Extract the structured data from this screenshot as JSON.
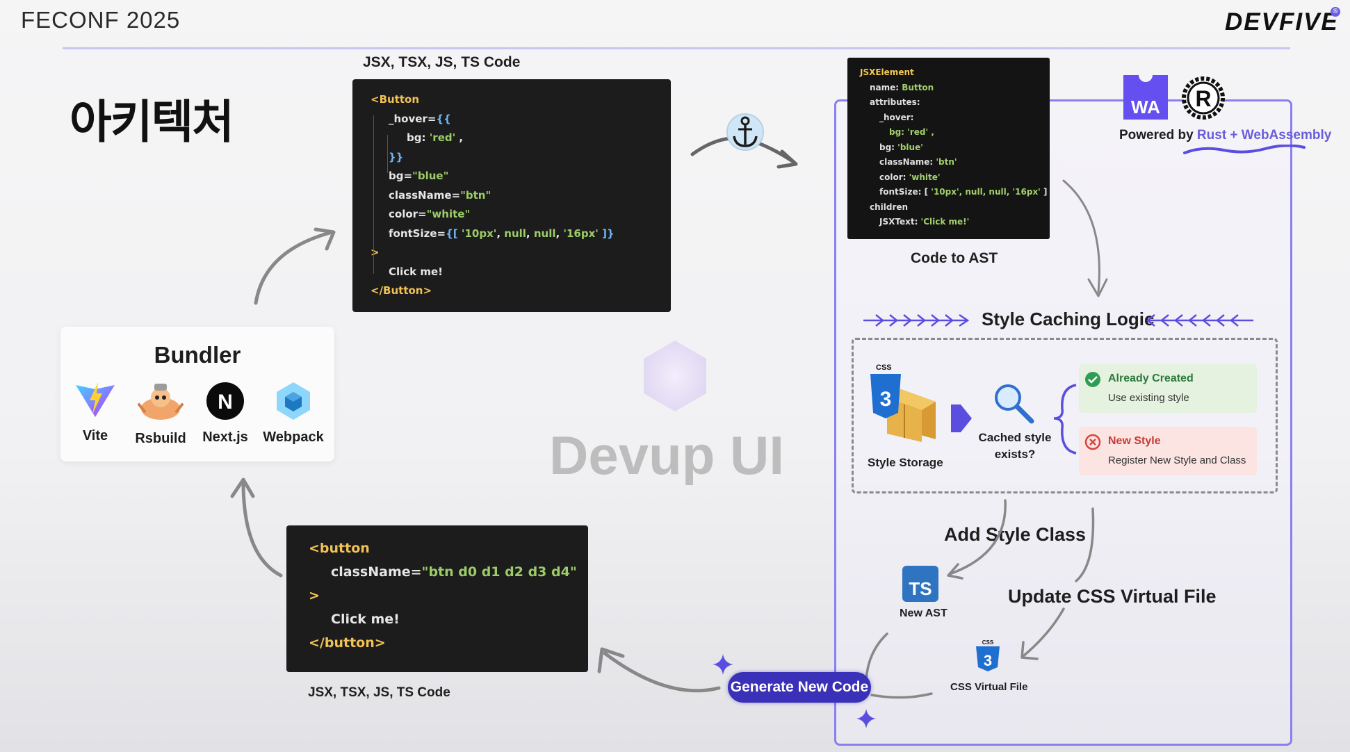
{
  "header": {
    "conference": "FECONF 2025",
    "brand": "DEVFIVE",
    "brand_mark": "®"
  },
  "slide_title": "아키텍처",
  "source_code": {
    "caption": "JSX, TSX, JS, TS Code",
    "lines": [
      {
        "parts": [
          [
            "kw",
            "<Button"
          ]
        ]
      },
      {
        "parts": [
          [
            "at",
            "_hover="
          ],
          [
            "br",
            "{{"
          ]
        ]
      },
      {
        "parts": [
          [
            "at",
            "bg: "
          ],
          [
            "str",
            "'red'"
          ],
          [
            "at",
            " ,"
          ]
        ]
      },
      {
        "parts": [
          [
            "br",
            "}}"
          ]
        ]
      },
      {
        "parts": [
          [
            "at",
            "bg="
          ],
          [
            "str",
            "\"blue\""
          ]
        ]
      },
      {
        "parts": [
          [
            "at",
            "className="
          ],
          [
            "str",
            "\"btn\""
          ]
        ]
      },
      {
        "parts": [
          [
            "at",
            "color="
          ],
          [
            "str",
            "\"white\""
          ]
        ]
      },
      {
        "parts": [
          [
            "at",
            "fontSize="
          ],
          [
            "br",
            "{[ "
          ],
          [
            "str",
            "'10px'"
          ],
          [
            "at",
            ", "
          ],
          [
            "str",
            "null"
          ],
          [
            "at",
            ", "
          ],
          [
            "str",
            "null"
          ],
          [
            "at",
            ", "
          ],
          [
            "str",
            "'16px'"
          ],
          [
            "br",
            " ]}"
          ]
        ]
      },
      {
        "parts": [
          [
            "kw",
            ">"
          ]
        ]
      },
      {
        "parts": [
          [
            "at",
            "Click me!"
          ]
        ]
      },
      {
        "parts": [
          [
            "kw",
            "</Button>"
          ]
        ]
      }
    ]
  },
  "ast": {
    "caption": "Code to AST",
    "lines": [
      {
        "parts": [
          [
            "ak",
            "JSXElement"
          ]
        ]
      },
      {
        "parts": [
          [
            "aw",
            "name: "
          ],
          [
            "ag",
            "Button"
          ]
        ]
      },
      {
        "parts": [
          [
            "aw",
            "attributes:"
          ]
        ]
      },
      {
        "parts": [
          [
            "aw",
            "_hover:"
          ]
        ]
      },
      {
        "parts": [
          [
            "ag",
            "bg: 'red' ,"
          ]
        ]
      },
      {
        "parts": [
          [
            "aw",
            "bg: "
          ],
          [
            "ag",
            "'blue'"
          ]
        ]
      },
      {
        "parts": [
          [
            "aw",
            "className: "
          ],
          [
            "ag",
            "'btn'"
          ]
        ]
      },
      {
        "parts": [
          [
            "aw",
            "color: "
          ],
          [
            "ag",
            "'white'"
          ]
        ]
      },
      {
        "parts": [
          [
            "aw",
            "fontSize: [ "
          ],
          [
            "ag",
            "'10px', null, null, '16px'"
          ],
          [
            "aw",
            " ]"
          ]
        ]
      },
      {
        "parts": [
          [
            "aw",
            "children"
          ]
        ]
      },
      {
        "parts": [
          [
            "aw",
            "JSXText: "
          ],
          [
            "ag",
            "'Click me!'"
          ]
        ]
      }
    ]
  },
  "powered_by": {
    "prefix": "Powered by ",
    "tech": "Rust + WebAssembly",
    "wasm_badge": "WA",
    "rust_logo": "R"
  },
  "caching": {
    "title": "Style Caching Logic",
    "storage_label": "Style Storage",
    "css_badge": "CSS",
    "question": "Cached style exists?",
    "already": {
      "title": "Already Created",
      "desc": "Use existing style"
    },
    "new": {
      "title": "New Style",
      "desc": "Register New Style and Class"
    }
  },
  "add_style_class": "Add Style Class",
  "new_ast": {
    "badge": "TS",
    "label": "New AST"
  },
  "update_css": "Update CSS Virtual File",
  "css_virtual": {
    "badge": "CSS",
    "label": "CSS Virtual File"
  },
  "generate_button": "Generate New Code",
  "output_code": {
    "caption": "JSX, TSX, JS, TS Code",
    "lines": [
      {
        "parts": [
          [
            "kw",
            "<button"
          ]
        ]
      },
      {
        "parts": [
          [
            "at",
            "className="
          ],
          [
            "str",
            "\"btn d0 d1 d2 d3 d4\""
          ]
        ]
      },
      {
        "parts": [
          [
            "kw",
            ">"
          ]
        ]
      },
      {
        "parts": [
          [
            "at",
            "Click me!"
          ]
        ]
      },
      {
        "parts": [
          [
            "kw",
            "</button>"
          ]
        ]
      }
    ]
  },
  "bundler": {
    "title": "Bundler",
    "items": [
      {
        "label": "Vite",
        "icon": "vite-icon"
      },
      {
        "label": "Rsbuild",
        "icon": "rsbuild-icon"
      },
      {
        "label": "Next.js",
        "icon": "nextjs-icon",
        "glyph": "N"
      },
      {
        "label": "Webpack",
        "icon": "webpack-icon"
      }
    ]
  },
  "watermark": "Devup UI",
  "colors": {
    "accent": "#8a7ef0",
    "button": "#3a31b8",
    "success_bg": "#e5f2df",
    "error_bg": "#fbe4e2"
  }
}
